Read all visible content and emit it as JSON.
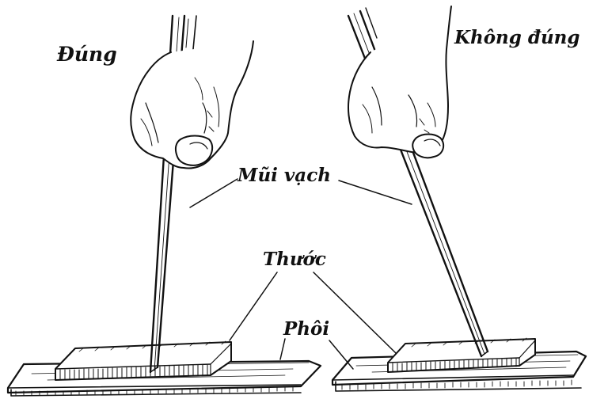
{
  "labels": {
    "correct": "Đúng",
    "incorrect": "Không đúng",
    "scriber_tip": "Mũi vạch",
    "ruler": "Thước",
    "workpiece": "Phôi"
  },
  "colors": {
    "ink": "#111111",
    "paper": "#ffffff"
  }
}
